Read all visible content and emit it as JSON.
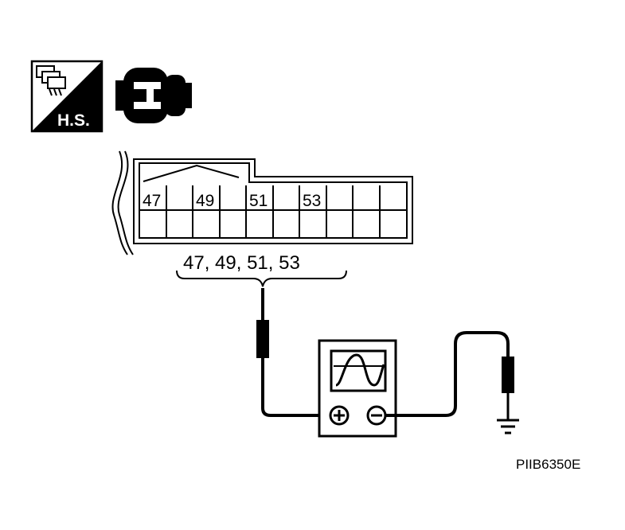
{
  "badge": {
    "text": "H.S."
  },
  "connector": {
    "pins": [
      {
        "label": "47"
      },
      {
        "label": "49"
      },
      {
        "label": "51"
      },
      {
        "label": "53"
      }
    ]
  },
  "pin_group_label": "47, 49, 51, 53",
  "figure_id": "PIIB6350E",
  "colors": {
    "ink": "#000000",
    "paper": "#ffffff"
  }
}
